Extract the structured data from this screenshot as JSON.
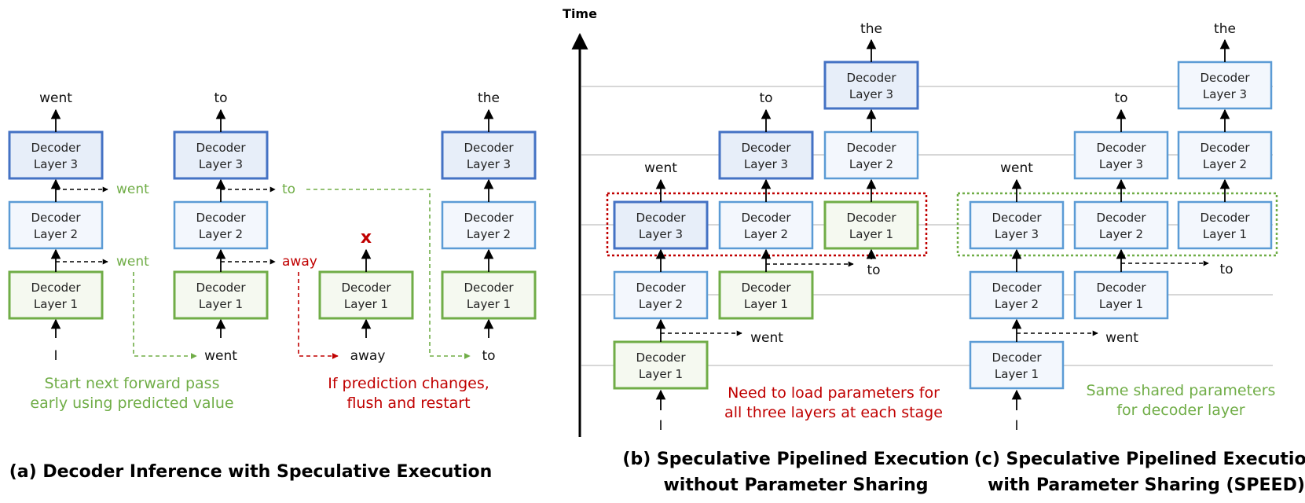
{
  "box": {
    "word1": "Decoder",
    "layer1": "Layer 1",
    "layer2": "Layer 2",
    "layer3": "Layer 3"
  },
  "tokens": {
    "I": "I",
    "went": "went",
    "to": "to",
    "away": "away",
    "the": "the",
    "x": "x"
  },
  "panel_a": {
    "note_green": [
      "Start next forward pass",
      "early using predicted value"
    ],
    "note_red": [
      "If prediction changes,",
      "flush and restart"
    ],
    "caption": "(a) Decoder Inference with Speculative Execution"
  },
  "panel_b": {
    "note_red": [
      "Need to load parameters for",
      "all three layers at each stage"
    ],
    "caption": [
      "(b) Speculative Pipelined Execution",
      "without Parameter Sharing"
    ]
  },
  "panel_c": {
    "note_green": [
      "Same shared parameters",
      "for decoder layer"
    ],
    "caption": [
      "(c) Speculative Pipelined Execution",
      "with Parameter Sharing (SPEED)"
    ]
  },
  "axis": {
    "time_label": "Time"
  },
  "colors": {
    "green": "#70ad47",
    "blue": "#5b9bd5",
    "dark_blue": "#4472c4",
    "red": "#c00000"
  }
}
